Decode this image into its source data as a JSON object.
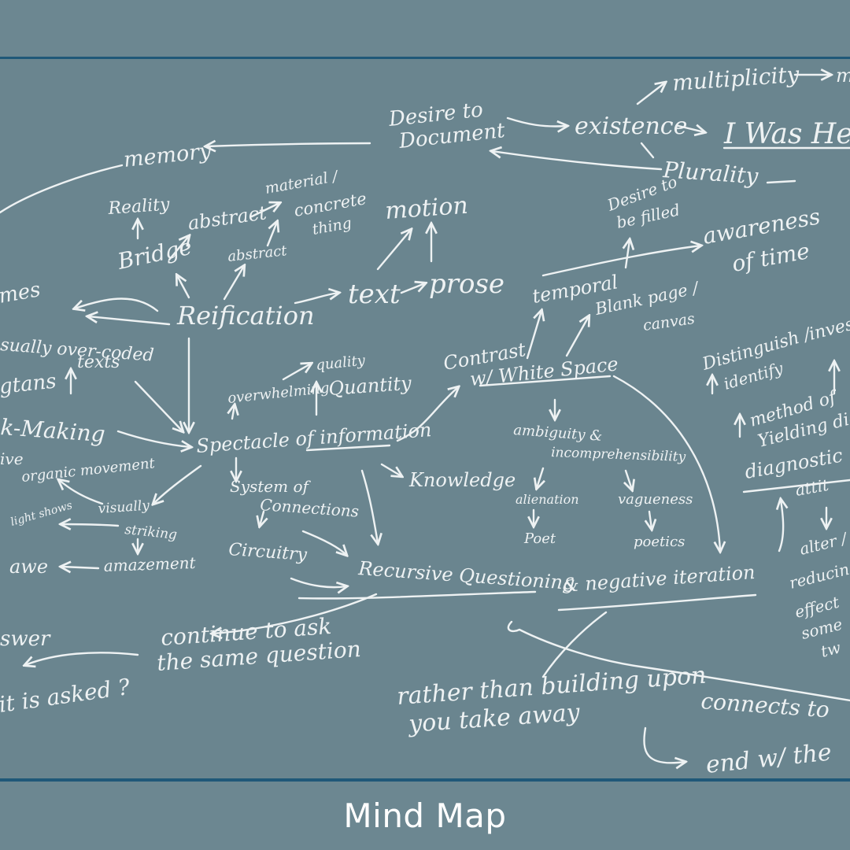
{
  "caption": "Mind Map",
  "colors": {
    "background": "#6a858f",
    "rule": "#1f5878",
    "chalk": "#eef2f3"
  },
  "nodes": {
    "memory": "memory",
    "desire_to_document_1": "Desire to",
    "desire_to_document_2": "Document",
    "existence": "existence",
    "multiplicity": "multiplicity",
    "multiplicity_tail": "m",
    "i_was_here": "I Was He",
    "plurality": "Plurality",
    "desire_to_be_filled_1": "Desire to",
    "desire_to_be_filled_2": "be filled",
    "awareness_of_time_1": "awareness",
    "awareness_of_time_2": "of time",
    "reality": "Reality",
    "abstract_1": "abstract",
    "material_1": "material /",
    "material_2": "concrete",
    "material_3": "thing",
    "motion": "motion",
    "bridge": "Bridge",
    "abstract_2": "abstract",
    "mes": "mes",
    "reification": "Reification",
    "text": "text",
    "prose": "prose",
    "temporal": "temporal",
    "blank_page": "Blank page /",
    "canvas": "canvas",
    "over_coded_1": "sually over-coded",
    "over_coded_2": "texts",
    "gtans": "gtans",
    "quality": "quality",
    "quantity": "Quantity",
    "overwhelming": "overwhelming",
    "contrast_1": "Contrast",
    "contrast_2": "w/ White Space",
    "distinguish_1": "Distinguish /",
    "distinguish_2": "identify",
    "invest": "inves",
    "k_making": "k-Making",
    "method_1": "method of",
    "method_2": "Yielding diag",
    "spectacle": "Spectacle of information",
    "ambiguity": "ambiguity &",
    "incomprehensibility": "incomprehensibility",
    "ive": "ive",
    "organic_movement": "organic movement",
    "knowledge": "Knowledge",
    "diagnostic": "diagnostic",
    "attit": "attit",
    "system_1": "System of",
    "system_2": "Connections",
    "alienation": "alienation",
    "vagueness": "vagueness",
    "visually": "visually",
    "striking": "striking",
    "light_shows": "light shows",
    "poet": "Poet",
    "poetics": "poetics",
    "circuitry": "Circuitry",
    "awe": "awe",
    "amazement": "amazement",
    "recursive_questioning": "Recursive Questioning",
    "negative_iteration": "& negative iteration",
    "alter": "alter /",
    "reducing": "reducing",
    "effect": "effect",
    "some": "some",
    "tw": "tw",
    "answer": "swer",
    "continue_1": "continue to ask",
    "continue_2": "the same question",
    "is_asked": "it is asked ?",
    "rather_1": "rather than building upon",
    "rather_2": "you take away",
    "connects_to": "connects to",
    "end_with": "end w/ the"
  }
}
